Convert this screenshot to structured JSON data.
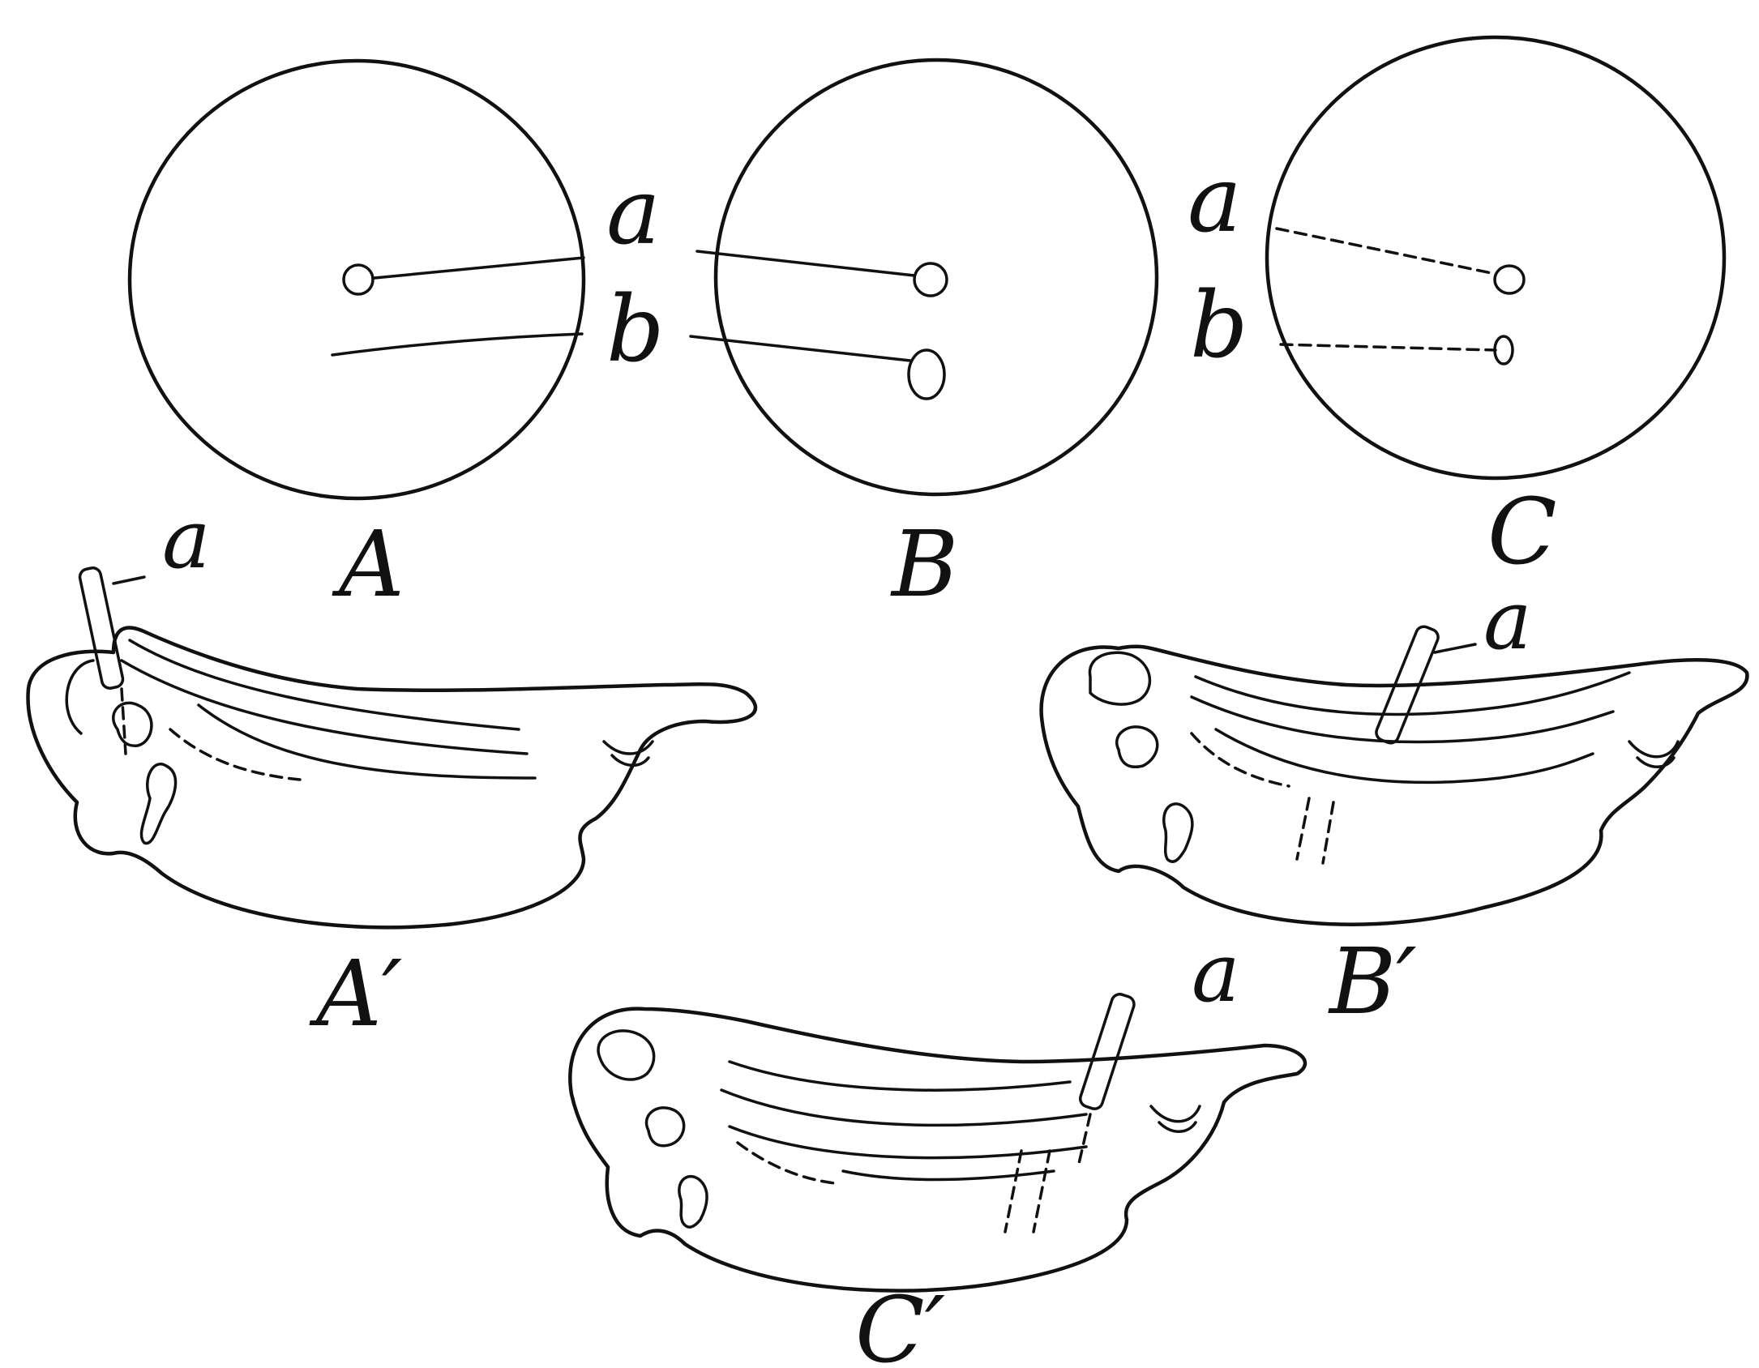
{
  "figure": {
    "labels": {
      "disc_a": "A",
      "disc_b": "B",
      "disc_c": "C",
      "embryo_a": "A′",
      "embryo_b": "B′",
      "embryo_c": "C′",
      "pointer_a": "a",
      "pointer_b": "b"
    },
    "ink_color": "#111111",
    "background_color": "#ffffff"
  }
}
